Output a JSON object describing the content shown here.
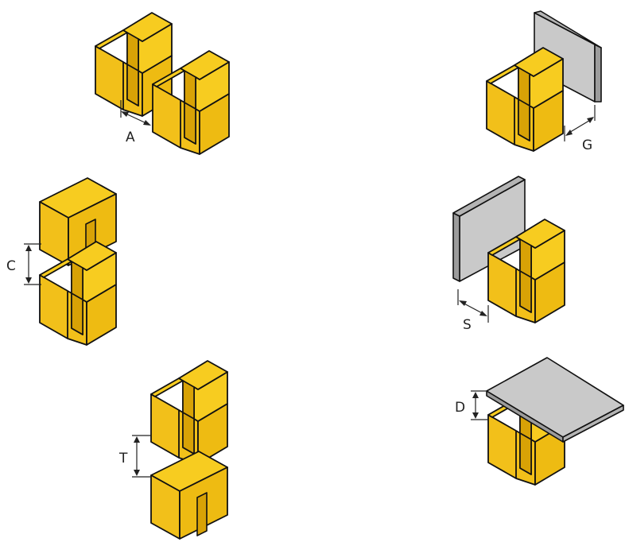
{
  "colors": {
    "block_front": "#f2c01a",
    "block_top": "#f7cc20",
    "block_side": "#eebb12",
    "slot_inner": "#d8a206",
    "plate_face": "#c9c9c9",
    "plate_edge": "#9c9c9c",
    "outline": "#111111",
    "dimension": "#222222"
  },
  "labels": {
    "a": "A",
    "c": "C",
    "t": "T",
    "g": "G",
    "s": "S",
    "d": "D"
  }
}
